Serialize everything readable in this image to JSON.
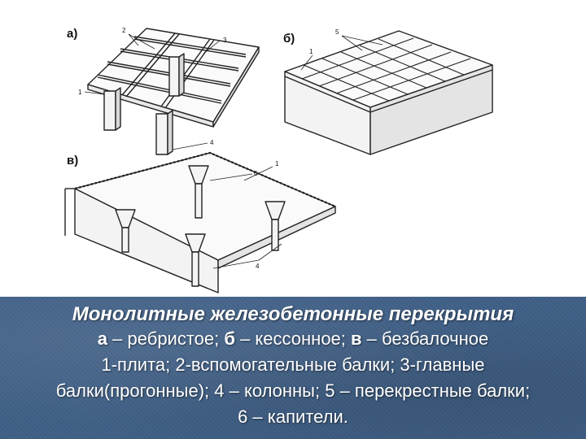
{
  "figure": {
    "panel_labels": {
      "a": "а)",
      "b": "б)",
      "v": "в)"
    },
    "callouts": {
      "n1": "1",
      "n2": "2",
      "n3": "3",
      "n4": "4",
      "n5": "5",
      "n6": "6"
    }
  },
  "caption": {
    "title": "Монолитные железобетонные перекрытия",
    "line1": {
      "a_key": "а",
      "a_text": " – ребристое; ",
      "b_key": "б",
      "b_text": " – кессонное; ",
      "v_key": "в",
      "v_text": " – безбалочное"
    },
    "line2": "1-плита; 2-вспомогательные балки; 3-главные",
    "line3": "балки(прогонные); 4 – колонны; 5 – перекрестные балки;",
    "line4": "6 – капители."
  }
}
